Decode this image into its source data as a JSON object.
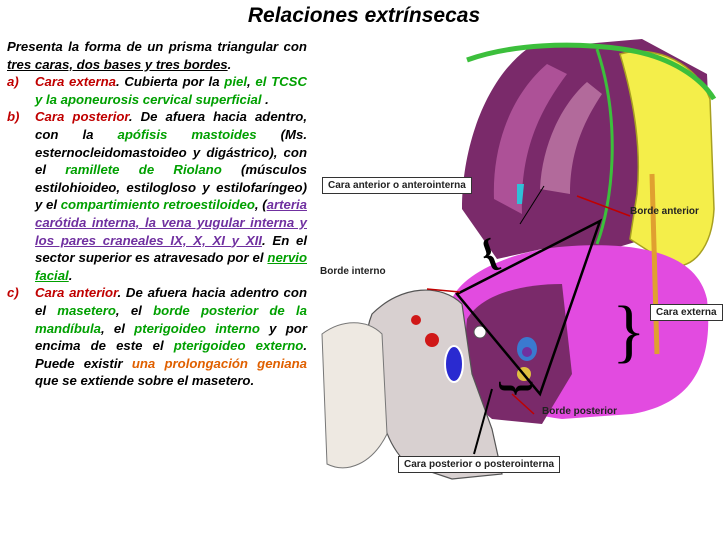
{
  "title": "Relaciones extrínsecas",
  "intro": {
    "t1": "Presenta la forma de un prisma triangular con ",
    "u1": "tres caras, dos bases y tres bordes",
    "t2": "."
  },
  "item_a": {
    "marker": "a)",
    "heading": "Cara externa",
    "t1": ". Cubierta por la ",
    "g1": "piel",
    "t2": ", ",
    "g2": "el TCSC y la aponeurosis cervical superficial",
    "t3": " ."
  },
  "item_b": {
    "marker": "b)",
    "heading": "Cara posterior",
    "t1": ". De afuera hacia adentro, con la ",
    "g1": "apófisis mastoides",
    "t2": " (Ms. esternocleidomastoideo y digástrico), con el ",
    "g2": "ramillete de Riolano",
    "t3": " (músculos estilohioideo, estilogloso y estilofaríngeo) y el ",
    "g3": "compartimiento retroestiloideo",
    "t4": ", (",
    "p1": "arteria carótida interna, la vena yugular interna y los pares craneales IX, X, XI y XII",
    "t5": ". En el sector superior es atravesado por el ",
    "g4": "nervio facial",
    "t6": "."
  },
  "item_c": {
    "marker": "c)",
    "heading": "Cara anterior",
    "t1": ". De afuera hacia adentro con el ",
    "g1": "masetero",
    "t2": ", el ",
    "g2": "borde posterior de la mandíbula",
    "t3": ", el ",
    "g3": "pterigoideo interno",
    "t4": " y por encima de este el ",
    "g4": "pterigoideo externo",
    "t5": ". Puede existir ",
    "o1": "una prolongación geniana",
    "t6": " que se extiende sobre el masetero."
  },
  "figure": {
    "labels": {
      "cara_anterior": "Cara anterior o anterointerna",
      "borde_anterior": "Borde anterior",
      "borde_interno": "Borde interno",
      "cara_externa": "Cara externa",
      "borde_posterior": "Borde posterior",
      "cara_posterior": "Cara posterior o posterointerna"
    },
    "colors": {
      "muscle": "#7a2a6a",
      "gland": "#e24be0",
      "fat": "#f4ee4a",
      "skin": "#3cbf3c",
      "artery": "#d01818",
      "vein": "#2a2ad0"
    }
  }
}
